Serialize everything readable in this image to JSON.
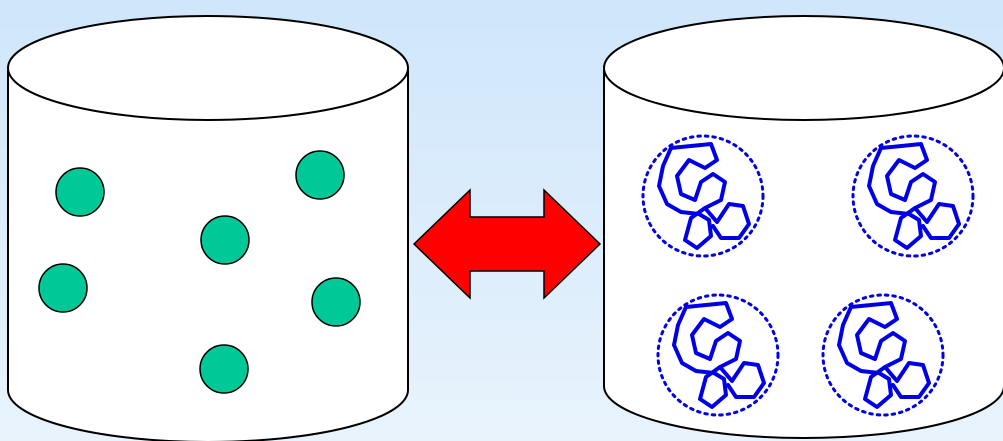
{
  "colors": {
    "background_top": "#cfe6fb",
    "background_bottom": "#e8f3fc",
    "container_fill": "#ffffff",
    "container_stroke": "#000000",
    "particle_fill": "#00c896",
    "particle_stroke": "#000000",
    "arrow_fill": "#ff0000",
    "arrow_stroke": "#000000",
    "coil_stroke": "#0000e6",
    "boundary_stroke": "#0000e6"
  },
  "left_container": {
    "contents": "solid-spheres",
    "particle_count": 6
  },
  "right_container": {
    "contents": "polymer-coils-in-dotted-spheres",
    "particle_count": 4
  },
  "arrow": {
    "direction": "bidirectional"
  }
}
